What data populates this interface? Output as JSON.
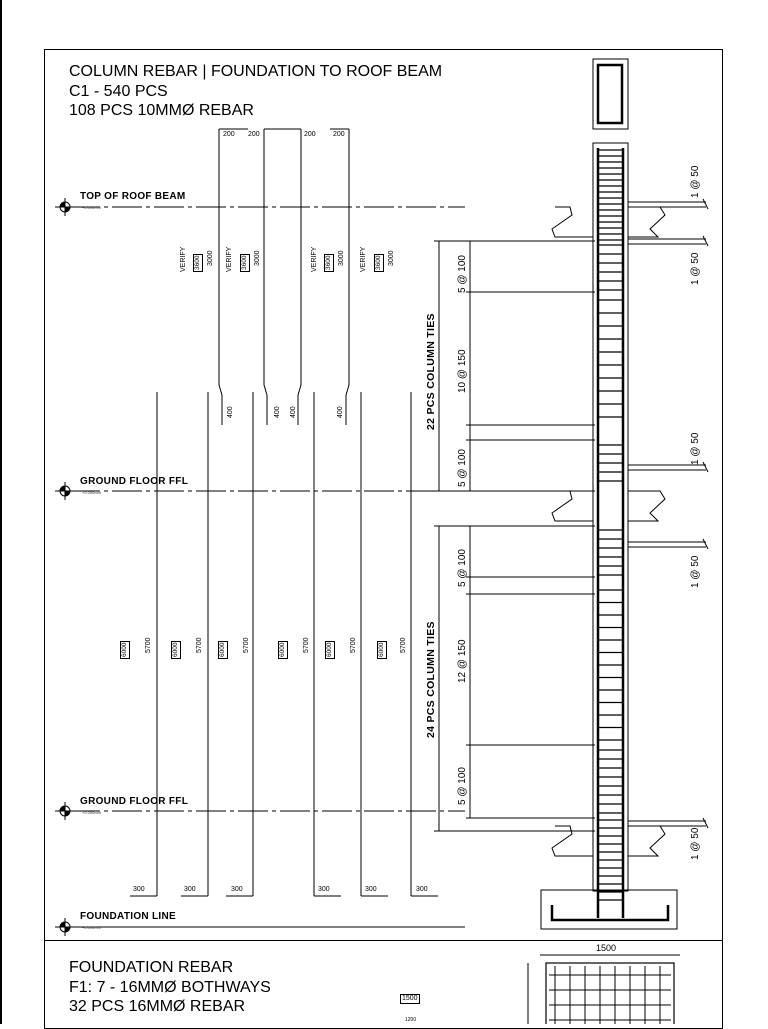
{
  "title": {
    "line1": "COLUMN REBAR | FOUNDATION TO ROOF BEAM",
    "line2": "C1 - 540 PCS",
    "line3": "108 PCS 10MMØ REBAR"
  },
  "levels": [
    {
      "label": "TOP OF ROOF BEAM",
      "sub": "+0.000mm"
    },
    {
      "label": "GROUND FLOOR FFL",
      "sub": "+0.000mm"
    },
    {
      "label": "GROUND FLOOR FFL",
      "sub": "+0.000mm"
    },
    {
      "label": "FOUNDATION LINE",
      "sub": "+0.000mm"
    }
  ],
  "top_bar_dims": [
    "200",
    "200",
    "200",
    "200"
  ],
  "lap_dims": [
    "400",
    "400",
    "400",
    "400"
  ],
  "upper_bars": [
    {
      "verify": "VERIFY",
      "boxed": "3600",
      "len": "3000"
    },
    {
      "verify": "VERIFY",
      "boxed": "3600",
      "len": "3000"
    },
    {
      "verify": "VERIFY",
      "boxed": "3600",
      "len": "3000"
    },
    {
      "verify": "VERIFY",
      "boxed": "3600",
      "len": "3000"
    }
  ],
  "lower_bars": [
    {
      "boxed": "6000",
      "len": "5700"
    },
    {
      "boxed": "6000",
      "len": "5700"
    },
    {
      "boxed": "6000",
      "len": "5700"
    },
    {
      "boxed": "6000",
      "len": "5700"
    },
    {
      "boxed": "6000",
      "len": "5700"
    },
    {
      "boxed": "6000",
      "len": "5700"
    }
  ],
  "hook_dims": [
    "300",
    "300",
    "300",
    "300",
    "300",
    "300"
  ],
  "upper_ties": {
    "count_label": "22 PCS COLUMN TIES",
    "spacings": [
      "5 @ 100",
      "10 @ 150",
      "5 @ 100"
    ]
  },
  "lower_ties": {
    "count_label": "24 PCS COLUMN TIES",
    "spacings": [
      "5 @ 100",
      "12 @ 150",
      "5 @ 100"
    ]
  },
  "right_spacings": [
    "1 @ 50",
    "1 @ 50",
    "1 @ 50",
    "1 @ 50",
    "1 @ 50"
  ],
  "foundation": {
    "line1": "FOUNDATION REBAR",
    "line2": "F1: 7 - 16MMØ BOTHWAYS",
    "line3": "32 PCS 16MMØ REBAR",
    "boxed_dim": "1500",
    "small_dim": "1200",
    "plan_dim": "1500"
  }
}
